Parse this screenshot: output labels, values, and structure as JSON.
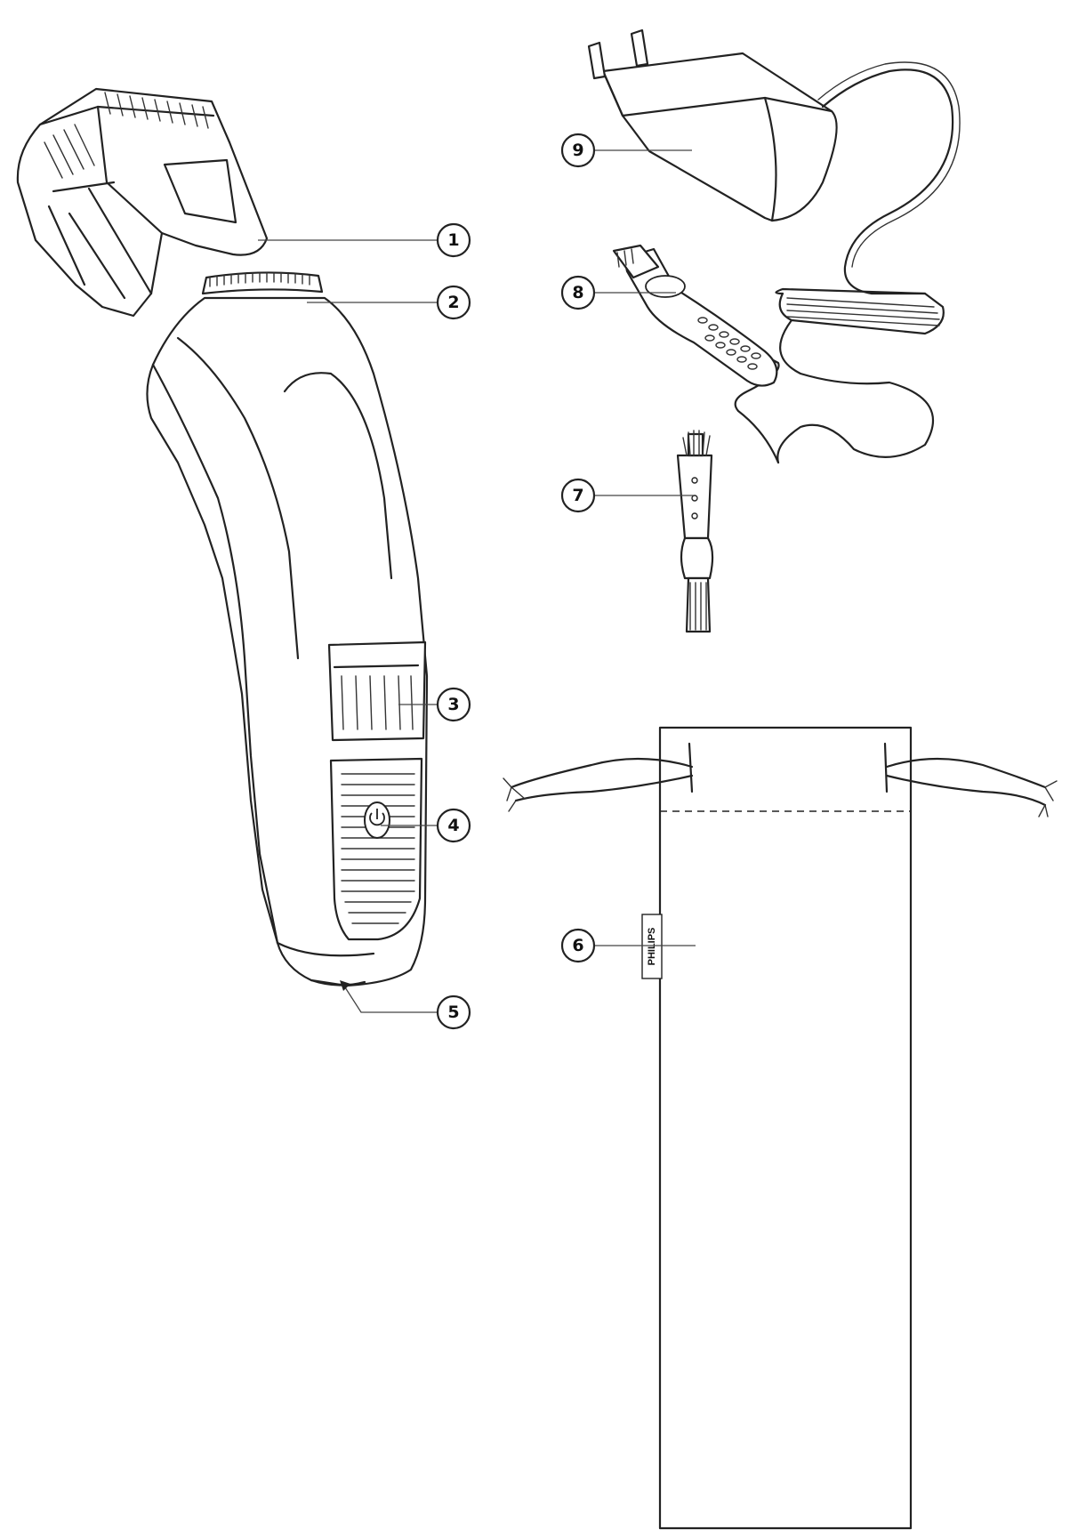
{
  "callouts": [
    {
      "id": "1",
      "label": "1",
      "part": "comb"
    },
    {
      "id": "2",
      "label": "2",
      "part": "cutting-element"
    },
    {
      "id": "3",
      "label": "3",
      "part": "length-setting-indicator"
    },
    {
      "id": "4",
      "label": "4",
      "part": "on-off-button"
    },
    {
      "id": "5",
      "label": "5",
      "part": "socket-for-appliance-plug"
    },
    {
      "id": "6",
      "label": "6",
      "part": "pouch"
    },
    {
      "id": "7",
      "label": "7",
      "part": "cleaning-brush"
    },
    {
      "id": "8",
      "label": "8",
      "part": "appliance-plug"
    },
    {
      "id": "9",
      "label": "9",
      "part": "adapter"
    }
  ],
  "pouch": {
    "brand": "PHILIPS"
  },
  "colors": {
    "line": "#222222",
    "background": "#ffffff"
  }
}
